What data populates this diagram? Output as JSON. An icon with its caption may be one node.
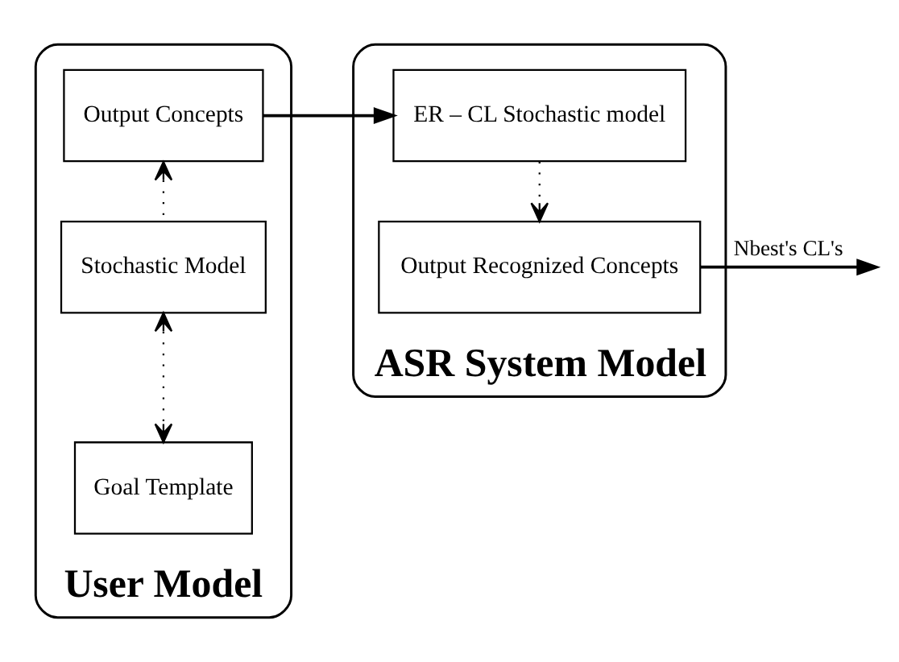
{
  "diagram": {
    "nodes": [
      {
        "text": [
          "User Model"
        ]
      },
      {
        "text": [
          "Output Concepts"
        ],
        "in": 0
      },
      {
        "text": [
          "Stochastic Model"
        ],
        "in": 0
      },
      {
        "text": [
          "Goal Template"
        ],
        "in": 0
      },
      {
        "text": [
          "ASR System Model"
        ]
      },
      {
        "text": [
          "ER – CL Stochastic model"
        ],
        "in": 4
      },
      {
        "text": [
          "Output Recognized Concepts"
        ],
        "in": 4
      }
    ],
    "edges": [
      {
        "from": 2,
        "to": 1,
        "arrow": "to",
        "style": "dashed"
      },
      {
        "from": 2,
        "to": 3,
        "arrow": "both",
        "style": "dashed"
      },
      {
        "from": 1,
        "to": 5,
        "arrow": "to"
      },
      {
        "from": 5,
        "to": 6,
        "arrow": "to",
        "style": "dashed"
      },
      {
        "from": 6,
        "to": null,
        "arrow": "to",
        "label": "Nbest's CL's"
      }
    ]
  }
}
